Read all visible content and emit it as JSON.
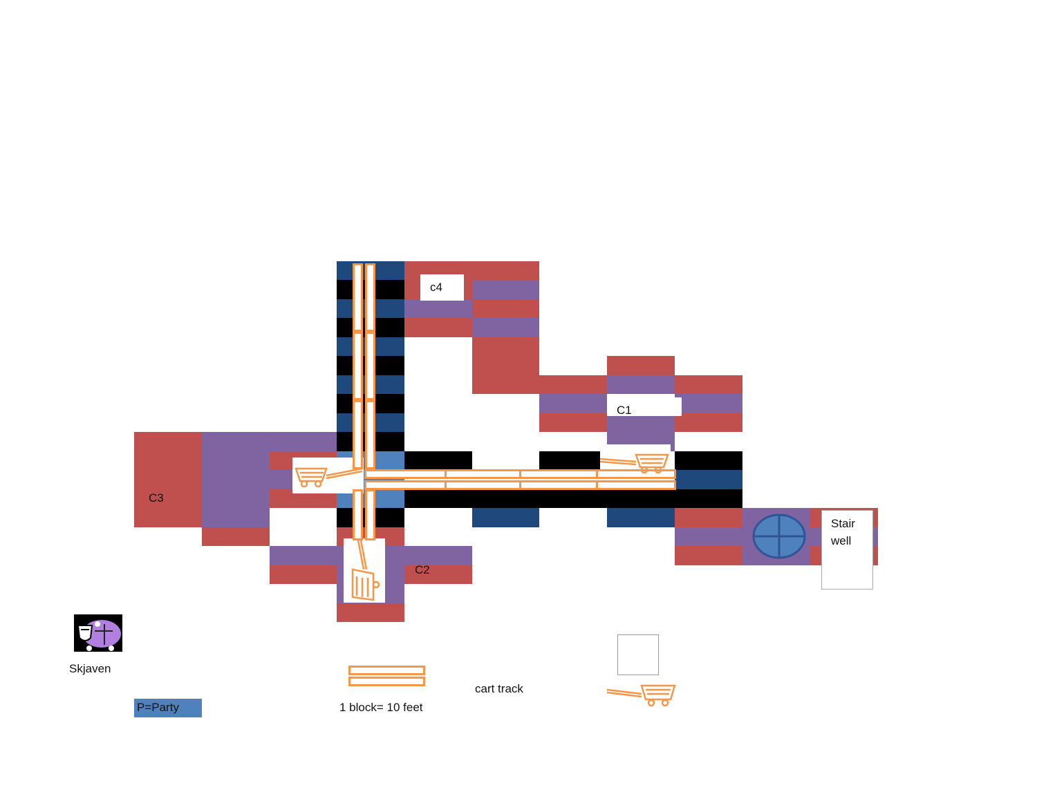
{
  "map": {
    "rooms": {
      "c4": "c4",
      "c1": "C1",
      "c3": "C3",
      "c2": "C2"
    },
    "stairwell": {
      "line1": "Stair",
      "line2": "well"
    },
    "colors": {
      "red": "#c0504d",
      "purple": "#8064a2",
      "navy": "#1f497d",
      "party_blue": "#4f81bd",
      "black": "#000000",
      "track_orange": "#f79646"
    }
  },
  "legend": {
    "skjaven_label": "Skjaven",
    "skjaven_icon": "skjaven-icon",
    "party_label": "P=Party",
    "scale_label": "1 block= 10 feet",
    "track_label": "cart track",
    "cart_icon": "mine-cart-icon"
  }
}
